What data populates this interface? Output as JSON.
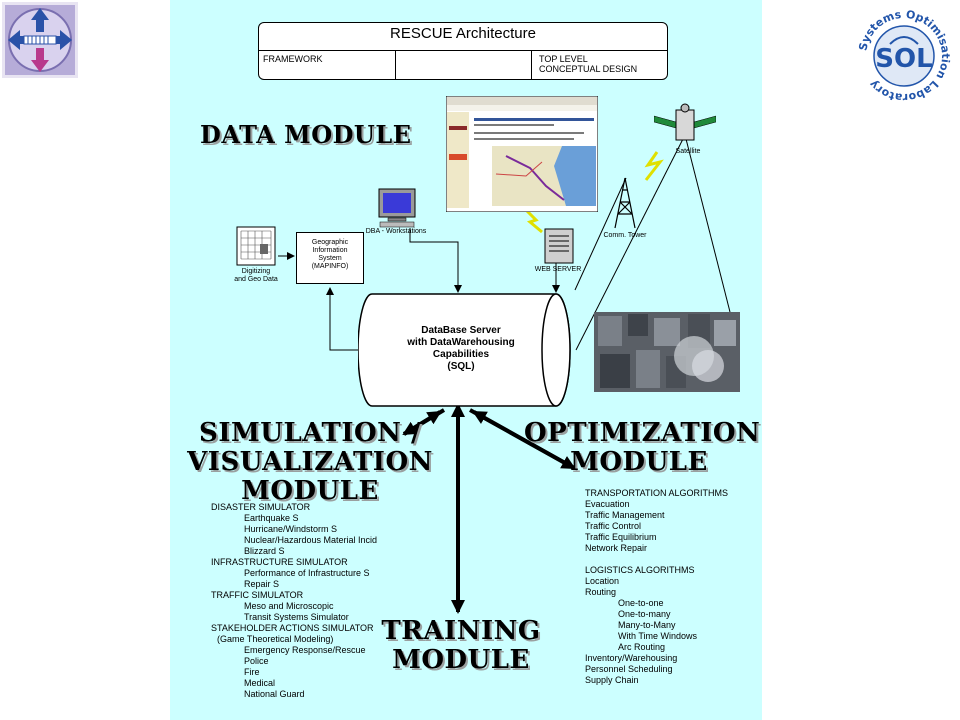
{
  "title_box": {
    "title": "RESCUE Architecture",
    "cell_left": "FRAMEWORK",
    "cell_right_line1": "TOP LEVEL",
    "cell_right_line2": "CONCEPTUAL DESIGN"
  },
  "modules": {
    "data": "DATA MODULE",
    "simulation_line1": "SIMULATION /",
    "simulation_line2": "VISUALIZATION",
    "simulation_line3": "MODULE",
    "optimization_line1": "OPTIMIZATION",
    "optimization_line2": "MODULE",
    "training_line1": "TRAINING",
    "training_line2": "MODULE"
  },
  "nodes": {
    "digitizing_line1": "Digitizing",
    "digitizing_line2": "and Geo Data",
    "gis_line1": "Geographic",
    "gis_line2": "Information",
    "gis_line3": "System",
    "gis_line4": "(MAPINFO)",
    "dba": "DBA - Workstations",
    "web_server": "WEB SERVER",
    "comm_tower": "Comm. Tower",
    "satellite": "Satellite",
    "db_line1": "DataBase Server",
    "db_line2": "with DataWarehousing",
    "db_line3": "Capabilities",
    "db_line4": "(SQL)"
  },
  "simulation_list": [
    {
      "indent": 0,
      "text": "DISASTER SIMULATOR"
    },
    {
      "indent": 2,
      "text": "Earthquake S"
    },
    {
      "indent": 2,
      "text": "Hurricane/Windstorm S"
    },
    {
      "indent": 2,
      "text": "Nuclear/Hazardous Material Incid"
    },
    {
      "indent": 2,
      "text": "Blizzard S"
    },
    {
      "indent": 0,
      "text": "INFRASTRUCTURE SIMULATOR"
    },
    {
      "indent": 2,
      "text": "Performance of Infrastructure  S"
    },
    {
      "indent": 2,
      "text": "Repair S"
    },
    {
      "indent": 0,
      "text": "TRAFFIC SIMULATOR"
    },
    {
      "indent": 2,
      "text": "Meso and Microscopic"
    },
    {
      "indent": 2,
      "text": "Transit Systems Simulator"
    },
    {
      "indent": 0,
      "text": "STAKEHOLDER ACTIONS SIMULATOR"
    },
    {
      "indent": 1,
      "text": "(Game Theoretical Modeling)"
    },
    {
      "indent": 2,
      "text": "Emergency Response/Rescue"
    },
    {
      "indent": 2,
      "text": "Police"
    },
    {
      "indent": 2,
      "text": "Fire"
    },
    {
      "indent": 2,
      "text": "Medical"
    },
    {
      "indent": 2,
      "text": "National Guard"
    }
  ],
  "optimization_list": [
    {
      "indent": 0,
      "text": "TRANSPORTATION ALGORITHMS"
    },
    {
      "indent": 0,
      "text": "Evacuation"
    },
    {
      "indent": 0,
      "text": "Traffic Management"
    },
    {
      "indent": 0,
      "text": "Traffic Control"
    },
    {
      "indent": 0,
      "text": "Traffic Equilibrium"
    },
    {
      "indent": 0,
      "text": "Network Repair"
    },
    {
      "indent": 0,
      "text": ""
    },
    {
      "indent": 0,
      "text": "LOGISTICS ALGORITHMS"
    },
    {
      "indent": 0,
      "text": "Location"
    },
    {
      "indent": 0,
      "text": "Routing"
    },
    {
      "indent": 2,
      "text": "One-to-one"
    },
    {
      "indent": 2,
      "text": "One-to-many"
    },
    {
      "indent": 2,
      "text": "Many-to-Many"
    },
    {
      "indent": 2,
      "text": "With Time Windows"
    },
    {
      "indent": 2,
      "text": "Arc Routing"
    },
    {
      "indent": 0,
      "text": "Inventory/Warehousing"
    },
    {
      "indent": 0,
      "text": "Personnel Scheduling"
    },
    {
      "indent": 0,
      "text": "Supply Chain"
    }
  ],
  "logo": {
    "ring_text": "Systems Optimisation Laboratory",
    "center": "SOL"
  },
  "colors": {
    "slide_bg": "#ccffff",
    "logo_blue": "#2255aa",
    "map_blue": "#6a9fd8"
  }
}
